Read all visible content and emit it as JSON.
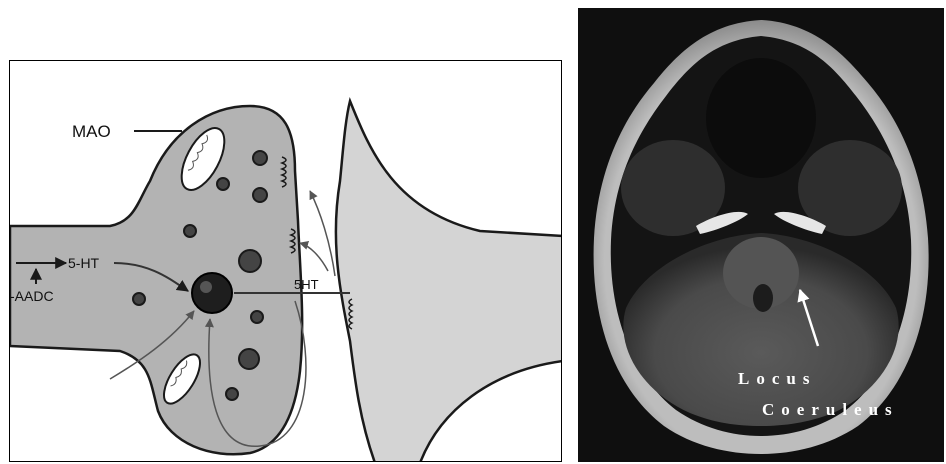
{
  "synapse_diagram": {
    "labels": {
      "mao": "MAO",
      "five_ht": "5-HT",
      "aadc": "-AADC",
      "five_ht_cleft": "5HT"
    }
  },
  "mri_scan": {
    "label_line1": "Locus",
    "label_line2": "Coeruleus"
  },
  "colors": {
    "neuron_fill": "#b3b3b3",
    "postsynaptic_fill": "#d4d4d4",
    "outline": "#1a1a1a",
    "mri_background": "#0f0f0f"
  }
}
